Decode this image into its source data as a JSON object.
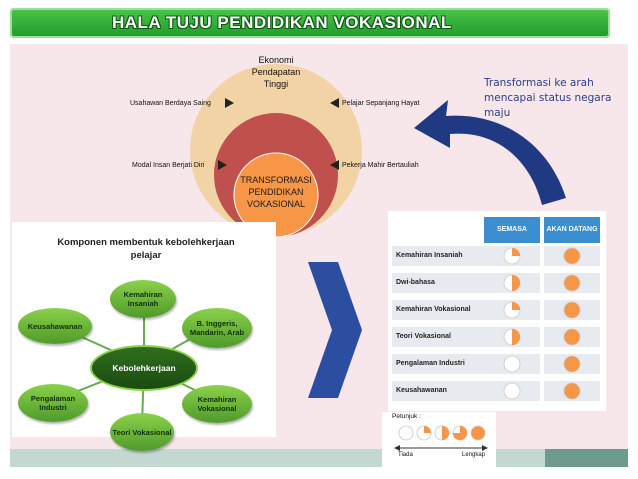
{
  "header": {
    "title": "HALA TUJU PENDIDIKAN VOKASIONAL"
  },
  "diagram": {
    "outer_label": [
      "Ekonomi",
      "Pendapatan",
      "Tinggi"
    ],
    "center_label": [
      "TRANSFORMASI",
      "PENDIDIKAN",
      "VOKASIONAL"
    ],
    "left_top": "Usahawan Berdaya Saing",
    "right_top": "Pelajar Sepanjang Hayat",
    "left_bottom": "Modal Insan Berjati Diri",
    "right_bottom": "Pekerja Mahir Bertauliah",
    "colors": {
      "outer": "#f2d3a6",
      "middle": "#c0504d",
      "inner": "#f79646"
    }
  },
  "transformation_note": "Transformasi ke arah mencapai status negara maju",
  "employability": {
    "title_line1": "Komponen membentuk kebolehkerjaan",
    "title_line2": "pelajar",
    "center": "Kebolehkerjaan",
    "nodes": [
      "Kemahiran Insaniah",
      "B. Inggeris, Mandarin, Arab",
      "Kemahiran Vokasional",
      "Teori Vokasional",
      "Pengalaman Industri",
      "Keusahawanan"
    ]
  },
  "comparison": {
    "col_now": "SEMASA",
    "col_future": "AKAN DATANG",
    "rows": [
      {
        "label": "Kemahiran Insaniah",
        "now": 0.25,
        "future": 1.0
      },
      {
        "label": "Dwi-bahasa",
        "now": 0.5,
        "future": 1.0
      },
      {
        "label": "Kemahiran Vokasional",
        "now": 0.25,
        "future": 1.0
      },
      {
        "label": "Teori Vokasional",
        "now": 0.5,
        "future": 1.0
      },
      {
        "label": "Pengalaman Industri",
        "now": 0.0,
        "future": 1.0
      },
      {
        "label": "Keusahawanan",
        "now": 0.0,
        "future": 1.0
      }
    ],
    "fill_color": "#f79646"
  },
  "legend": {
    "title": "Petunjuk :",
    "low": "Tiada",
    "high": "Lengkap",
    "levels": [
      0,
      0.25,
      0.5,
      0.75,
      1.0
    ]
  }
}
